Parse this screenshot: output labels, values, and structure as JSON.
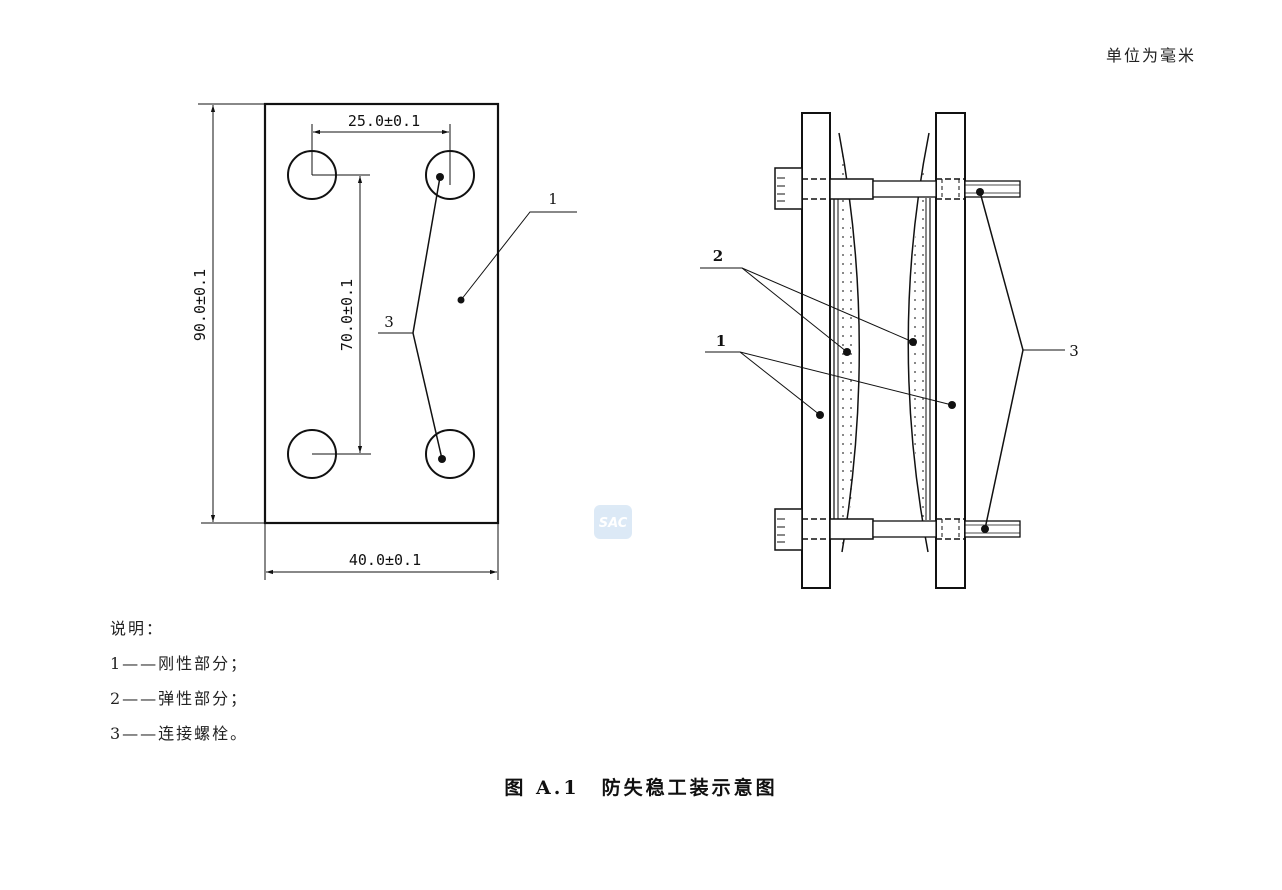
{
  "unit_note": "单位为毫米",
  "left_view": {
    "dim_hole_spacing_h": "25.0±0.1",
    "dim_hole_spacing_v": "70.0±0.1",
    "dim_height": "90.0±0.1",
    "dim_width": "40.0±0.1",
    "callout_1": "1",
    "callout_3": "3"
  },
  "right_view": {
    "callout_1": "1",
    "callout_2": "2",
    "callout_3": "3"
  },
  "watermark": "SAC",
  "legend": {
    "title": "说明：",
    "items": [
      "1——刚性部分；",
      "2——弹性部分；",
      "3——连接螺栓。"
    ]
  },
  "caption": "图 A.1　防失稳工装示意图"
}
